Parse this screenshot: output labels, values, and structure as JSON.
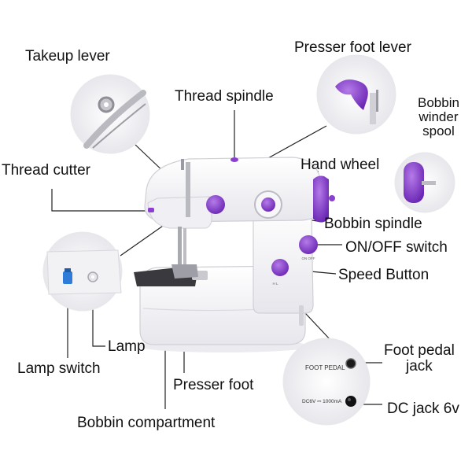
{
  "colors": {
    "accent": "#8a3fd1",
    "accent_dark": "#5a1f96",
    "body": "#f4f4f6",
    "shadow": "#d6d6dc",
    "line": "#222222"
  },
  "labels": {
    "takeup_lever": "Takeup lever",
    "presser_foot_lever": "Presser foot lever",
    "thread_spindle": "Thread spindle",
    "bobbin_winder_spool": "Bobbin\nwinder\nspool",
    "thread_cutter": "Thread cutter",
    "hand_wheel": "Hand wheel",
    "bobbin_spindle": "Bobbin spindle",
    "on_off_switch": "ON/OFF switch",
    "speed_button": "Speed Button",
    "lamp": "Lamp",
    "lamp_switch": "Lamp switch",
    "foot_pedal_jack": "Foot pedal\njack",
    "presser_foot": "Presser foot",
    "dc_jack": "DC jack 6v",
    "bobbin_compartment": "Bobbin compartment"
  },
  "panel_text": {
    "foot_pedal": "FOOT PEDAL",
    "dc_rating": "DC6V ⎓ 1000mA"
  },
  "switch_marks": {
    "on_off": "ON OFF",
    "speed": "H  L"
  }
}
